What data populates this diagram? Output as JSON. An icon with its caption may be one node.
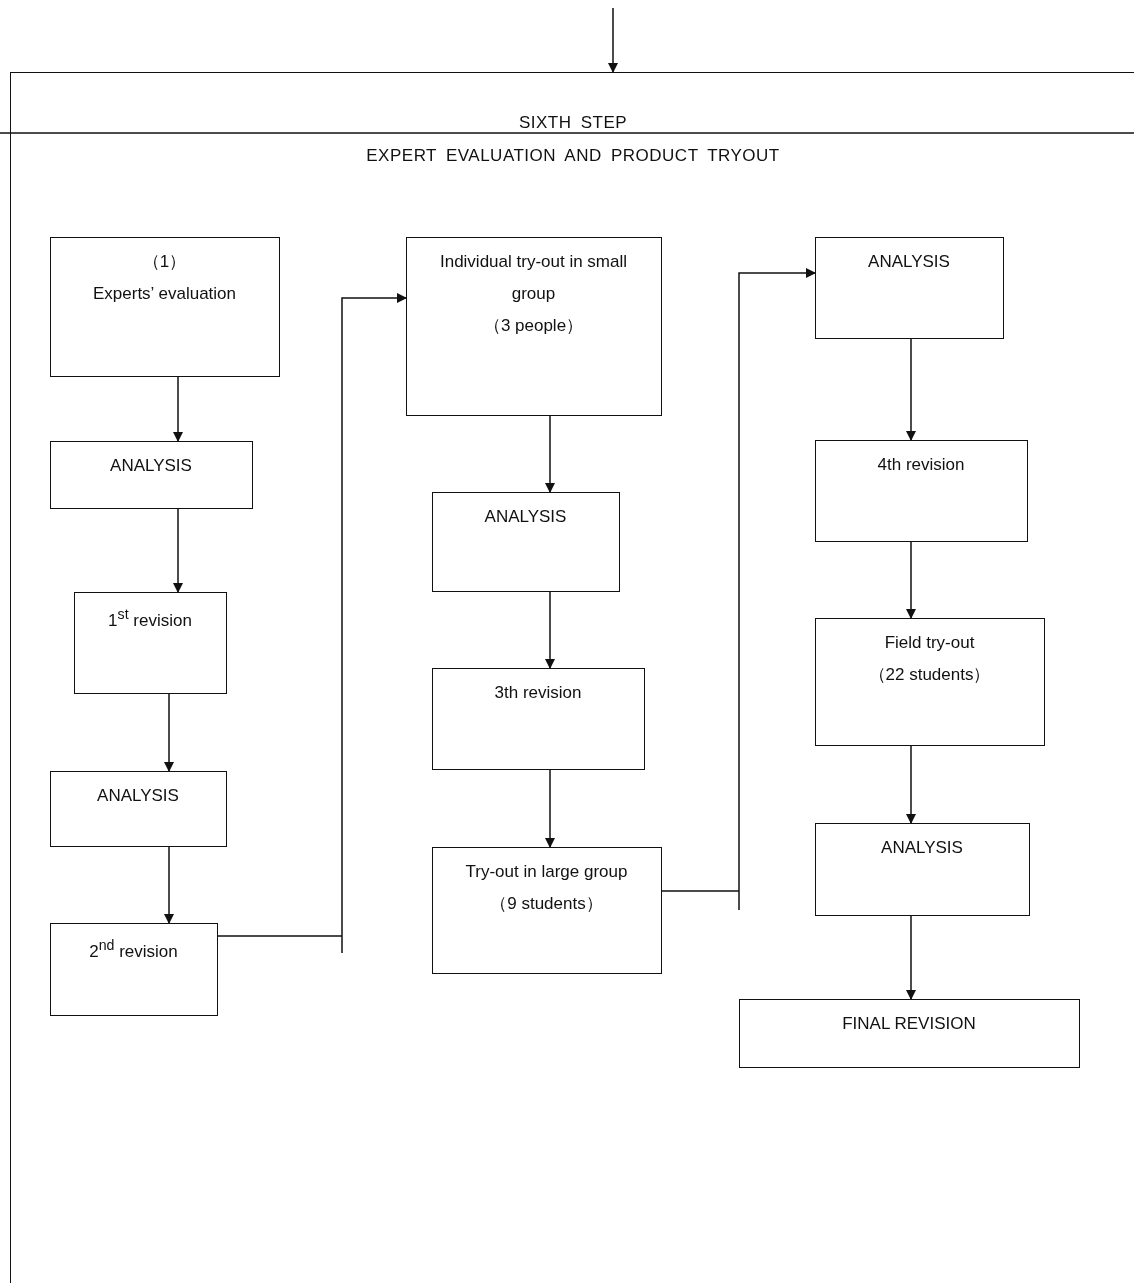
{
  "diagram": {
    "nodes": [
      {
        "text": [
          "SIXTH STEP",
          "EXPERT EVALUATION AND PRODUCT TRYOUT"
        ]
      },
      {
        "text": [
          "（1）",
          "Experts’ evaluation"
        ],
        "in": 0
      },
      {
        "text": [
          "ANALYSIS"
        ],
        "in": 0
      },
      {
        "text": [
          "1$^{st}$ revision"
        ],
        "in": 0
      },
      {
        "text": [
          "ANALYSIS"
        ],
        "in": 0
      },
      {
        "text": [
          "2$^{nd}$ revision"
        ],
        "in": 0
      },
      {
        "text": [
          "Individual try-out in small group",
          "（3 people）"
        ],
        "in": 0
      },
      {
        "text": [
          "ANALYSIS"
        ],
        "in": 0
      },
      {
        "text": [
          "3th revision"
        ],
        "in": 0
      },
      {
        "text": [
          "Try-out in large group",
          "（9 students）"
        ],
        "in": 0
      },
      {
        "text": [
          "ANALYSIS"
        ],
        "in": 0
      },
      {
        "text": [
          "4th revision"
        ],
        "in": 0
      },
      {
        "text": [
          "Field try-out",
          "（22 students）"
        ],
        "in": 0
      },
      {
        "text": [
          "ANALYSIS"
        ],
        "in": 0
      },
      {
        "text": [
          "FINAL REVISION"
        ],
        "in": 0
      }
    ],
    "edges": [
      {
        "from": null,
        "to": 0,
        "arrow": "to"
      },
      {
        "from": 1,
        "to": 2,
        "arrow": "to"
      },
      {
        "from": 2,
        "to": 3,
        "arrow": "to"
      },
      {
        "from": 3,
        "to": 4,
        "arrow": "to"
      },
      {
        "from": 4,
        "to": 5,
        "arrow": "to"
      },
      {
        "from": 5,
        "to": 6,
        "arrow": "to"
      },
      {
        "from": 6,
        "to": 7,
        "arrow": "to"
      },
      {
        "from": 7,
        "to": 8,
        "arrow": "to"
      },
      {
        "from": 8,
        "to": 9,
        "arrow": "to"
      },
      {
        "from": 9,
        "to": 10,
        "arrow": "to"
      },
      {
        "from": 10,
        "to": 11,
        "arrow": "to"
      },
      {
        "from": 11,
        "to": 12,
        "arrow": "to"
      },
      {
        "from": 12,
        "to": 13,
        "arrow": "to"
      },
      {
        "from": 13,
        "to": 14,
        "arrow": "to"
      }
    ]
  }
}
